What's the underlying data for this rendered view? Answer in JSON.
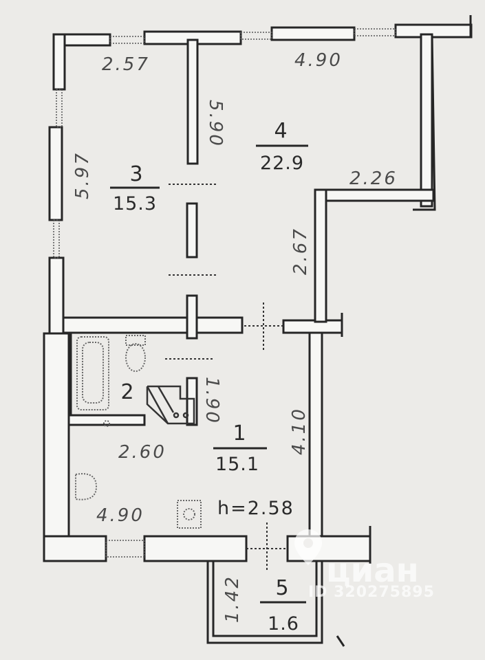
{
  "rooms": [
    {
      "number": "1",
      "area": "15.1"
    },
    {
      "number": "2"
    },
    {
      "number": "3",
      "area": "15.3"
    },
    {
      "number": "4",
      "area": "22.9"
    },
    {
      "number": "5",
      "area": "1.6"
    }
  ],
  "dimensions": {
    "room3_top": "2.57",
    "room3_left": "5.97",
    "partition_3_4": "5.90",
    "room4_top": "4.90",
    "room4_step": "2.26",
    "room4_right_lower": "2.67",
    "bath_partition": "1.90",
    "room1_right": "4.10",
    "room1_top": "2.60",
    "room1_bottom": "4.90",
    "balcony_left": "1.42"
  },
  "height_note": "h=2.58",
  "watermark": {
    "brand": "циан",
    "listing_id": "ID 320275895"
  }
}
